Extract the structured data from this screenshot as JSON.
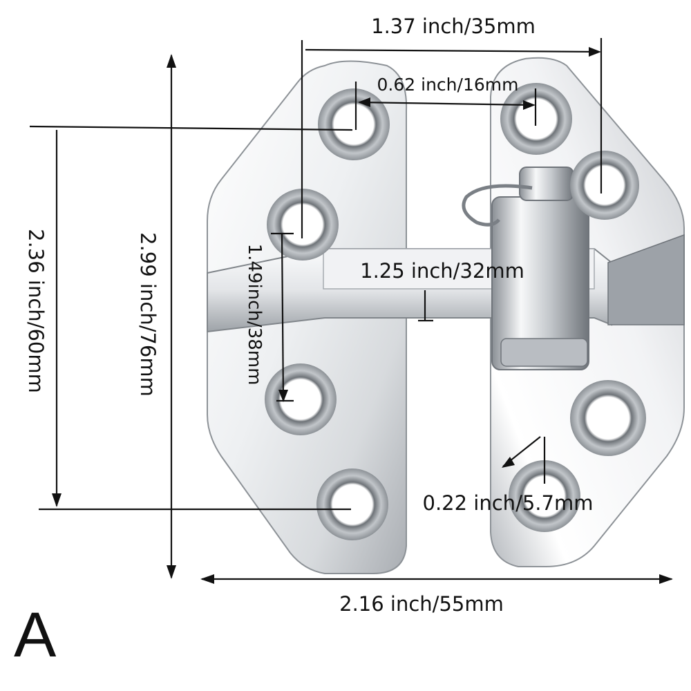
{
  "figure_label": "A",
  "dimensions": {
    "top_width": "1.37 inch/35mm",
    "hole_spacing_top": "0.62 inch/16mm",
    "total_height": "2.99 inch/76mm",
    "hole_span_height": "2.36 inch/60mm",
    "inner_height": "1.49inch/38mm",
    "hasp_width": "1.25 inch/32mm",
    "hole_diameter": "0.22 inch/5.7mm",
    "total_width": "2.16 inch/55mm"
  },
  "colors": {
    "line": "#111111",
    "metal_light": "#f4f5f6",
    "metal_mid": "#c9ccd0",
    "metal_dark": "#7d8288"
  }
}
